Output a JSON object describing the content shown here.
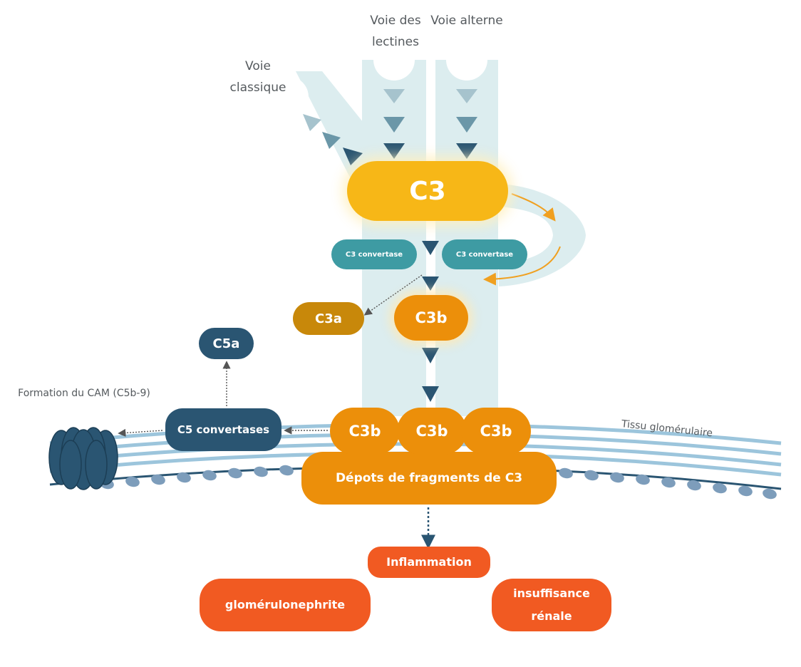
{
  "pathways": {
    "lectin": "Voie des lectines",
    "alternative": "Voie alterne",
    "classical": "Voie classique"
  },
  "nodes": {
    "c3": "C3",
    "c3_convertase": "C3 convertase",
    "c3a": "C3a",
    "c3b": "C3b",
    "c5a": "C5a",
    "c5_convertases": "C5 convertases",
    "mac_formation": "Formation du CAM (C5b-9)",
    "glomerular_tissue": "Tissu glomérulaire",
    "c3_deposits": "Dépots de fragments de C3"
  },
  "outcomes": {
    "inflammation": "Inflammation",
    "glomerulonephritis": "glomérulonephrite",
    "renal_failure": "insuffisance rénale"
  },
  "colors": {
    "pathway_band": "#dcedef",
    "c3": "#f7b717",
    "c3_convertase": "#3e9ba3",
    "c3a": "#c8880a",
    "c3b": "#ec8f0a",
    "c5": "#2a5572",
    "outcome": "#f15a22",
    "arrow": "#2a5572",
    "membrane_line": "#9cc5dc"
  }
}
